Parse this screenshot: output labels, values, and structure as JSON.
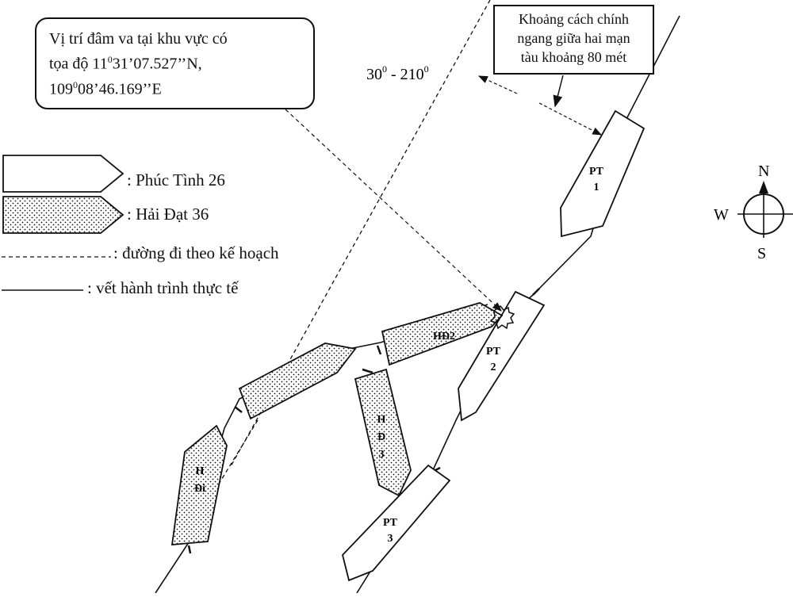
{
  "callouts": {
    "collision": {
      "line1": "Vị trí đâm va tại khu vực có",
      "line2_a": "tọa    độ    11",
      "line2_sup": "0",
      "line2_b": "31’07.527’’N,",
      "line3_a": "109",
      "line3_sup": "0",
      "line3_b": "08’46.169’’E"
    },
    "distance": {
      "line1": "Khoảng cách chính",
      "line2": "ngang giữa hai mạn",
      "line3": "tàu khoảng 80 mét"
    }
  },
  "bearing": {
    "a": "30",
    "a_sup": "0",
    "sep": " - ",
    "b": "210",
    "b_sup": "0"
  },
  "legend": {
    "phuc_tinh": ": Phúc Tình 26",
    "hai_dat": ": Hải Đạt 36",
    "planned": ": đường đi theo kế hoạch",
    "actual": ": vết hành trình thực tế"
  },
  "compass": {
    "n": "N",
    "s": "S",
    "w": "W"
  },
  "ships": {
    "pt1": [
      "PT",
      "1"
    ],
    "pt2": [
      "PT",
      "2"
    ],
    "pt3": [
      "PT",
      "3"
    ],
    "hd2": [
      "HĐ2"
    ],
    "hd3": [
      "H",
      "Đ",
      "3"
    ],
    "hdi": [
      "H",
      "Đi"
    ]
  }
}
